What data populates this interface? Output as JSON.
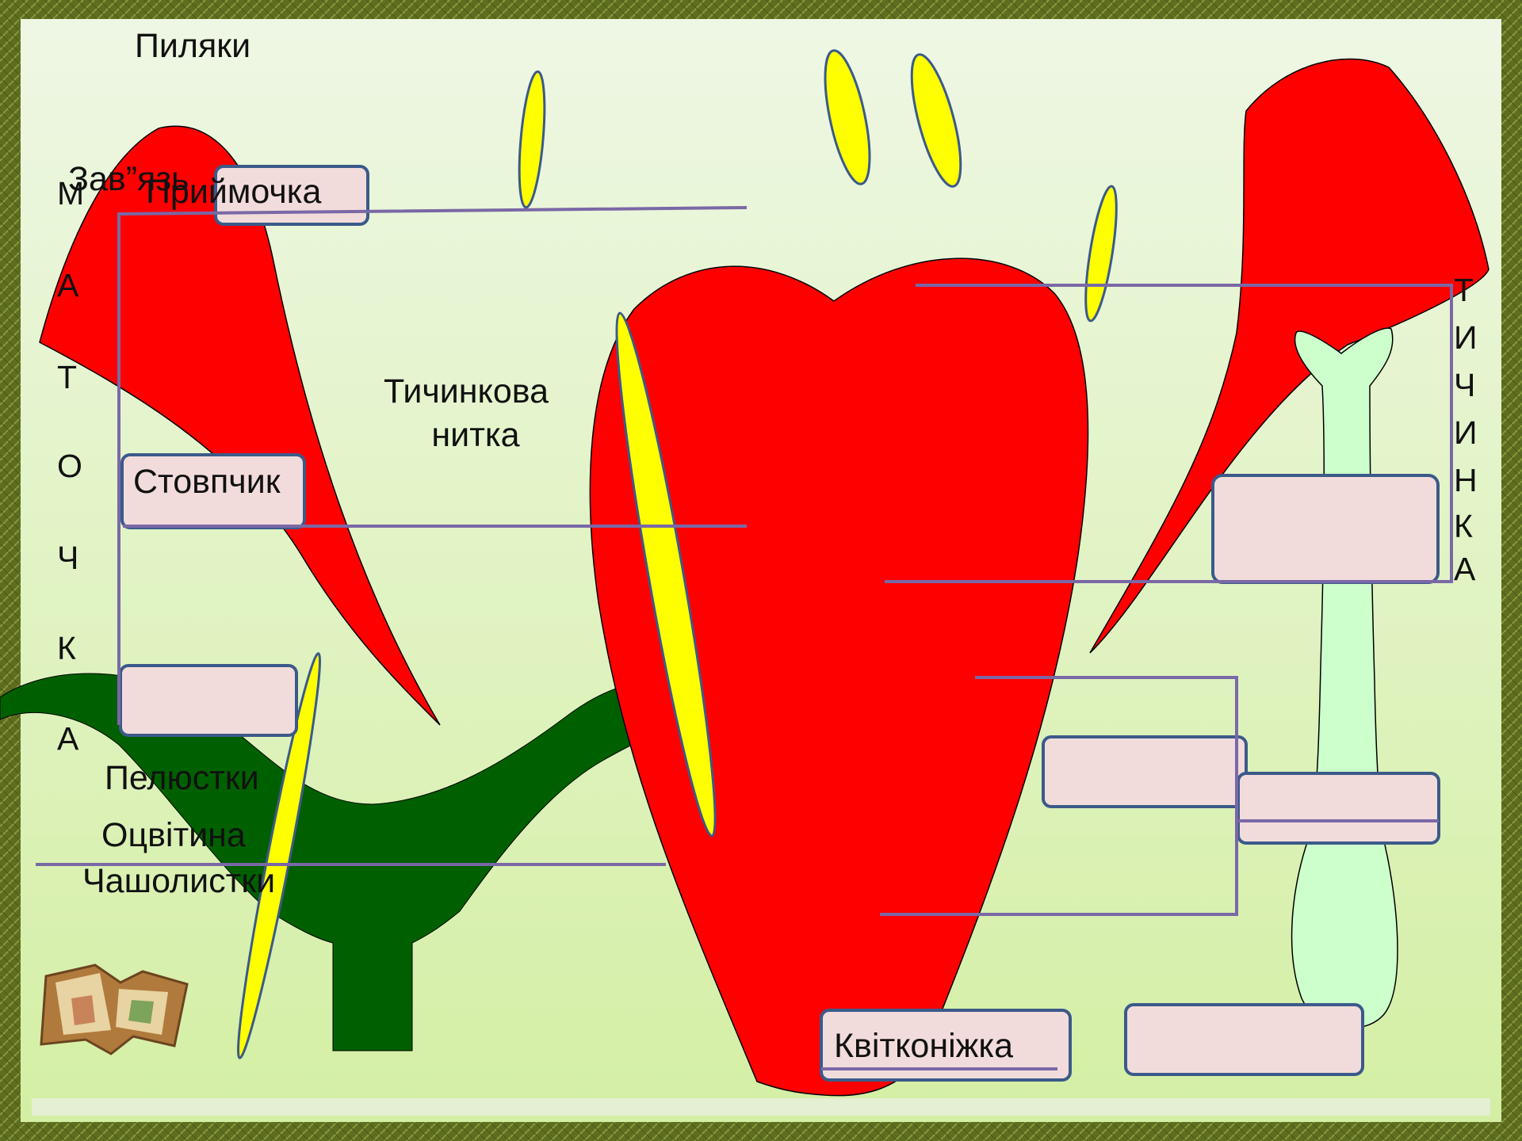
{
  "labels": {
    "pylyaky": "Пиляки",
    "pryimochka": "Приймочка",
    "zavyaz": "Зав”язь",
    "tychynkova_nytka_1": "Тичинкова",
    "tychynkova_nytka_2": "нитка",
    "stovpchyk": "Стовпчик",
    "pelyustky": "Пелюстки",
    "otsvityna": "Оцвітина",
    "chasholystky": "Чашолистки",
    "kvitkonizhka": "Квітконіжка"
  },
  "vertical_words": {
    "matochka": [
      "М",
      "А",
      "Т",
      "О",
      "Ч",
      "К",
      "А"
    ],
    "tychynka": [
      "Т",
      "И",
      "Ч",
      "И",
      "Н",
      "К",
      "А"
    ]
  },
  "colors": {
    "petal_red": "#ff0000",
    "sepal_green": "#006000",
    "anther_yellow": "#ffff00",
    "pistil_mint": "#ccffcc",
    "box_fill": "#f2dcdb",
    "box_stroke": "#3b5a8a",
    "line_purple": "#7a68a6",
    "bg_green": "#dff2c8"
  }
}
